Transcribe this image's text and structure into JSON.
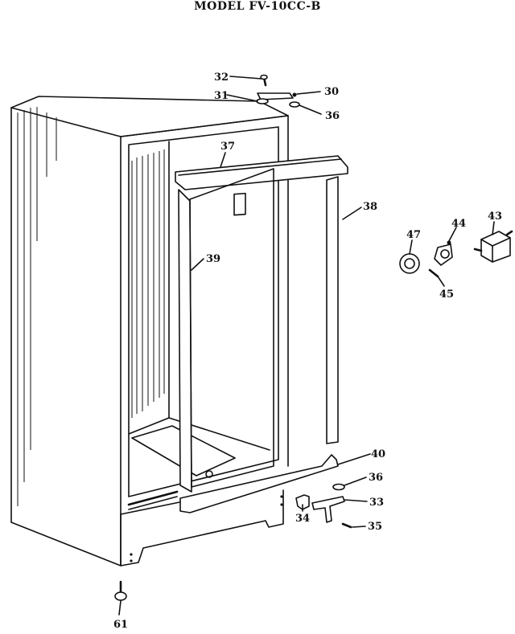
{
  "header": {
    "title": "MODEL FV-10CC-B"
  },
  "parts": [
    {
      "id": "p32",
      "label": "32"
    },
    {
      "id": "p30",
      "label": "30"
    },
    {
      "id": "p31",
      "label": "31"
    },
    {
      "id": "p36a",
      "label": "36"
    },
    {
      "id": "p37",
      "label": "37"
    },
    {
      "id": "p38",
      "label": "38"
    },
    {
      "id": "p39",
      "label": "39"
    },
    {
      "id": "p47",
      "label": "47"
    },
    {
      "id": "p44",
      "label": "44"
    },
    {
      "id": "p43",
      "label": "43"
    },
    {
      "id": "p45",
      "label": "45"
    },
    {
      "id": "p40",
      "label": "40"
    },
    {
      "id": "p36b",
      "label": "36"
    },
    {
      "id": "p33",
      "label": "33"
    },
    {
      "id": "p34",
      "label": "34"
    },
    {
      "id": "p35",
      "label": "35"
    },
    {
      "id": "p61",
      "label": "61"
    }
  ]
}
